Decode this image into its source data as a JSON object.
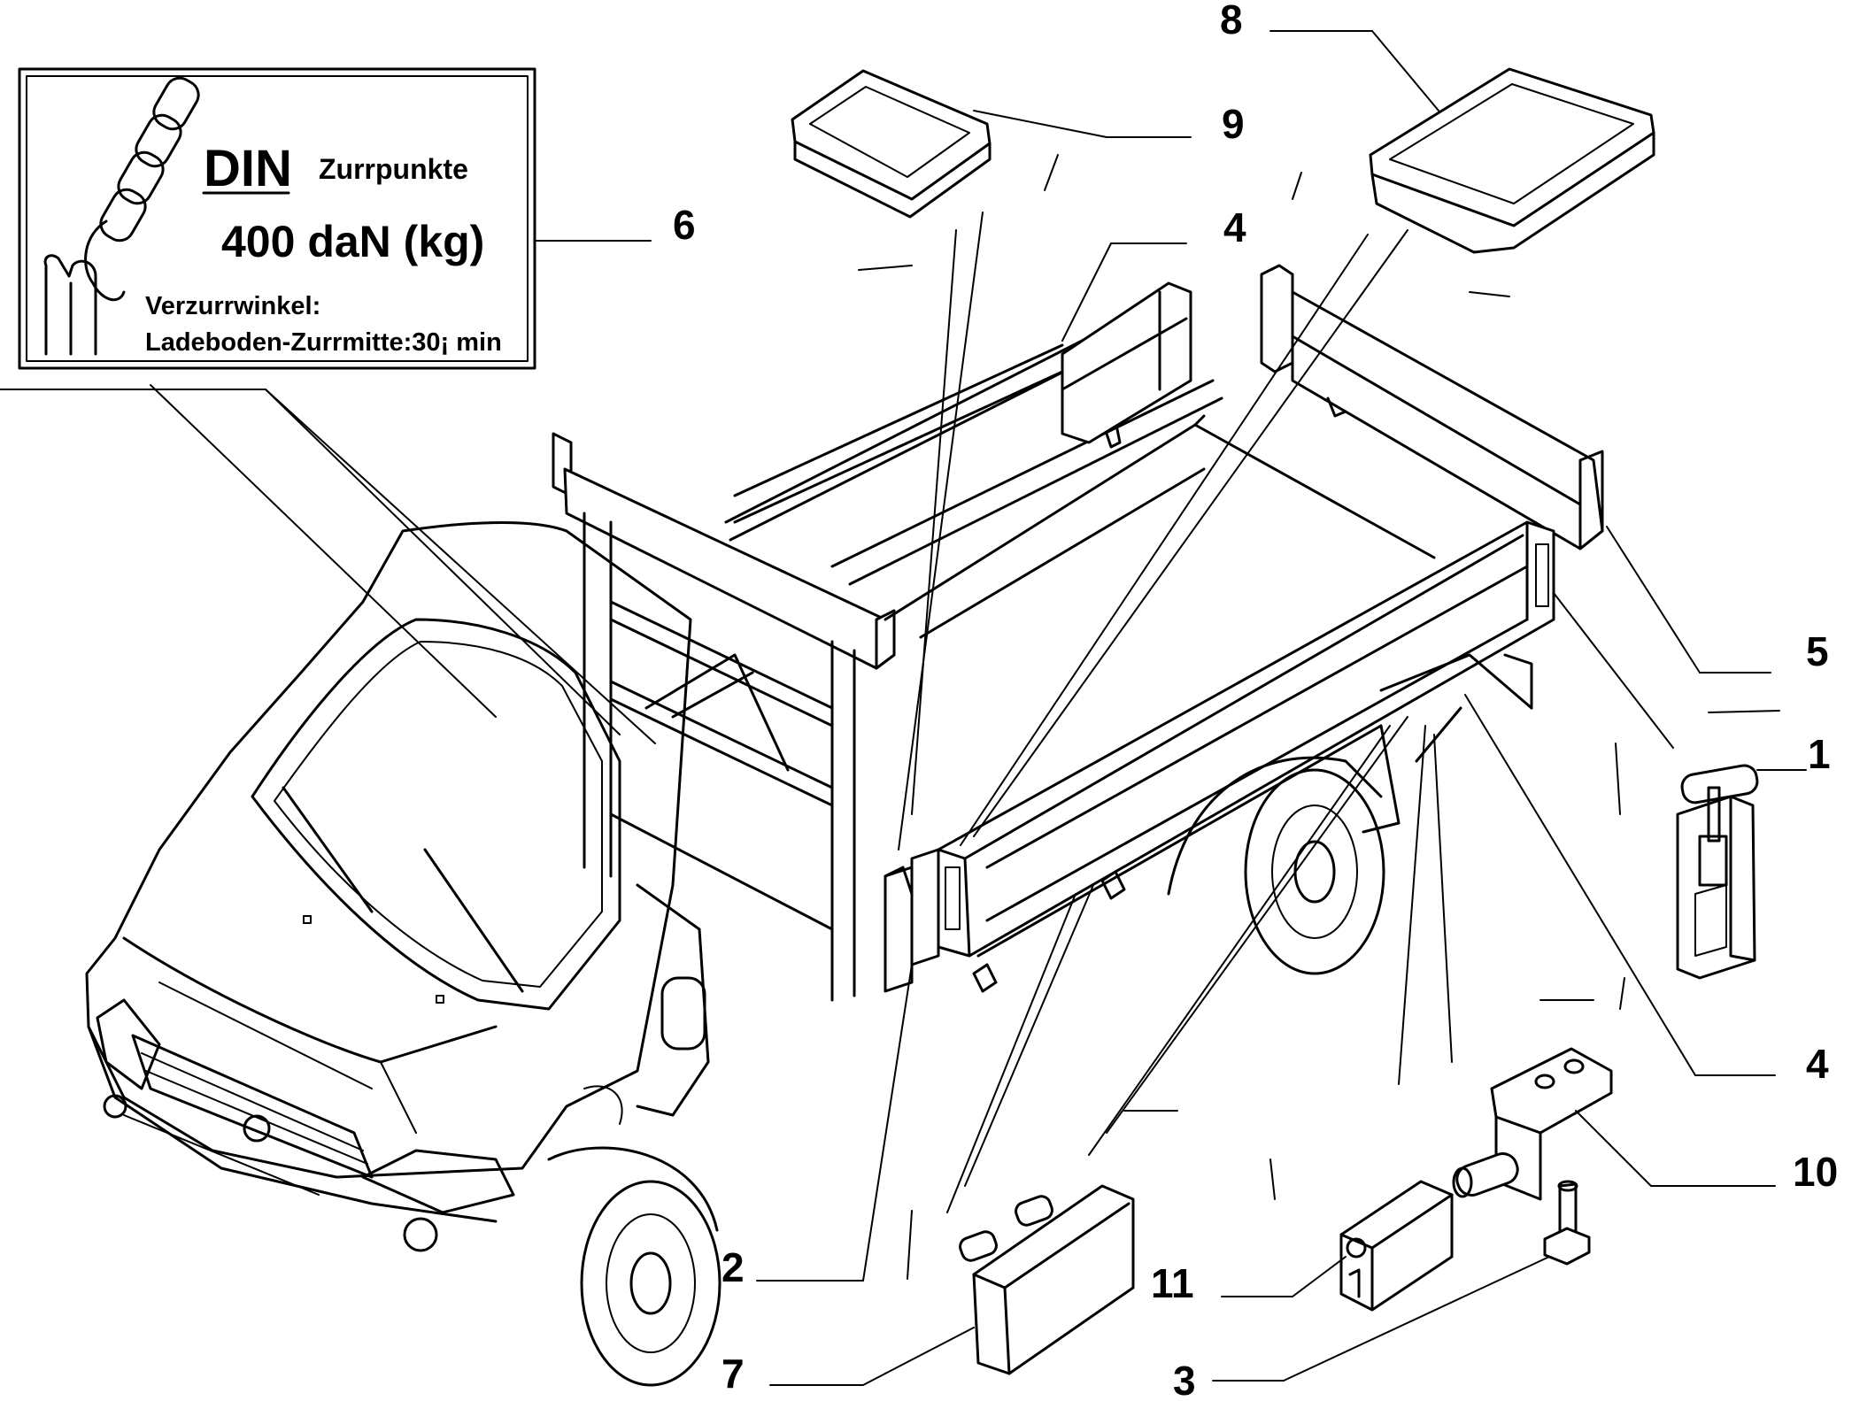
{
  "label": {
    "din": "DIN",
    "title": "Zurrpunkte",
    "load": "400 daN (kg)",
    "angle_label": "Verzurrwinkel:",
    "angle_value": "Ladeboden-Zurrmitte:30¡ min"
  },
  "callouts": [
    "8",
    "9",
    "6",
    "4",
    "5",
    "1",
    "4",
    "10",
    "2",
    "11",
    "7",
    "3"
  ]
}
